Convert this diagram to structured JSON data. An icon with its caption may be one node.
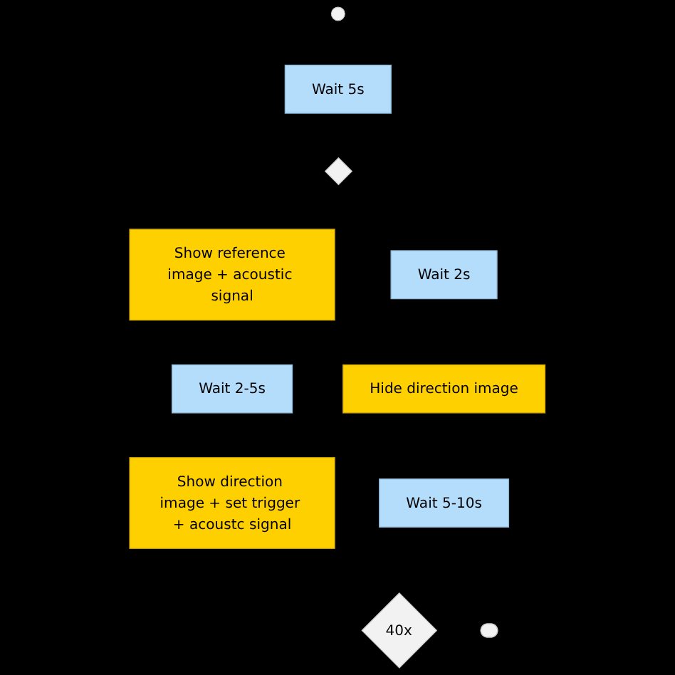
{
  "diagram": {
    "nodes": [
      {
        "text": [],
        "shape": "circle"
      },
      {
        "text": [
          "Wait 5s"
        ]
      },
      {
        "text": [],
        "shape": "diamond"
      },
      {
        "text": [
          "Show reference image + acoustic signal"
        ]
      },
      {
        "text": [
          "Wait 2-5s"
        ]
      },
      {
        "text": [
          "Show direction image + set trigger + acoustc signal"
        ]
      },
      {
        "text": [
          "Wait 2s"
        ]
      },
      {
        "text": [
          "Hide direction image"
        ]
      },
      {
        "text": [
          "Wait 5-10s"
        ]
      },
      {
        "text": [
          "40x"
        ]
      },
      {
        "text": [],
        "shape": "stadium"
      }
    ]
  }
}
